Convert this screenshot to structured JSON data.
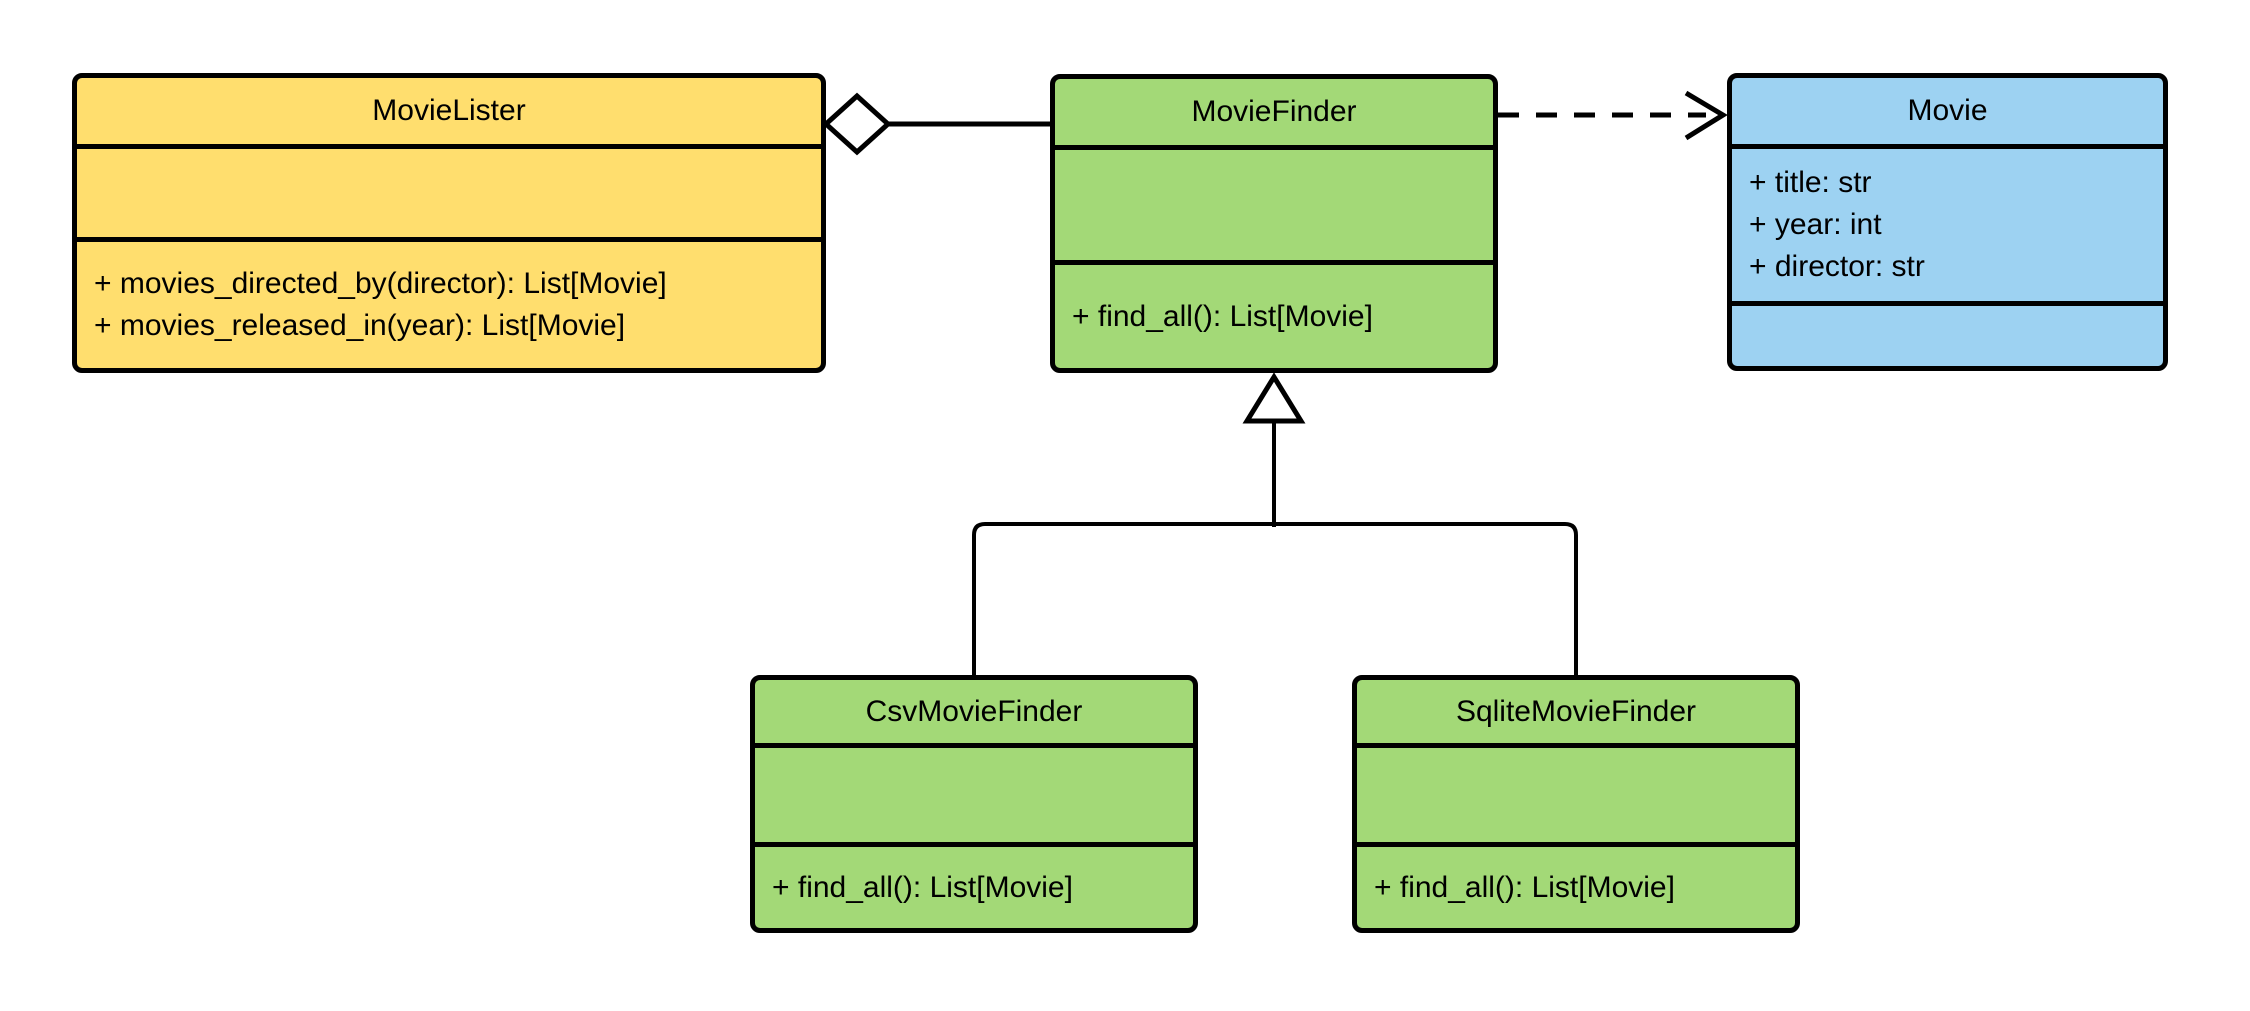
{
  "diagram": {
    "kind": "uml-class-diagram",
    "background_color": "#FFFFFF",
    "stroke_color": "#000000",
    "classes": [
      {
        "name": "MovieLister",
        "fill": "#FFDE6E",
        "attributes": [],
        "methods": [
          "+ movies_directed_by(director): List[Movie]",
          "+ movies_released_in(year): List[Movie]"
        ]
      },
      {
        "name": "MovieFinder",
        "fill": "#A3D977",
        "attributes": [],
        "methods": [
          "+ find_all(): List[Movie]"
        ]
      },
      {
        "name": "Movie",
        "fill": "#9DD2F2",
        "attributes": [
          "+ title: str",
          "+ year: int",
          "+ director: str"
        ],
        "methods": []
      },
      {
        "name": "CsvMovieFinder",
        "fill": "#A3D977",
        "attributes": [],
        "methods": [
          "+ find_all(): List[Movie]"
        ]
      },
      {
        "name": "SqliteMovieFinder",
        "fill": "#A3D977",
        "attributes": [],
        "methods": [
          "+ find_all(): List[Movie]"
        ]
      }
    ],
    "relationships": [
      {
        "type": "aggregation",
        "from": "MovieLister",
        "to": "MovieFinder"
      },
      {
        "type": "dependency",
        "from": "MovieFinder",
        "to": "Movie"
      },
      {
        "type": "generalization",
        "from": "CsvMovieFinder",
        "to": "MovieFinder"
      },
      {
        "type": "generalization",
        "from": "SqliteMovieFinder",
        "to": "MovieFinder"
      }
    ]
  }
}
